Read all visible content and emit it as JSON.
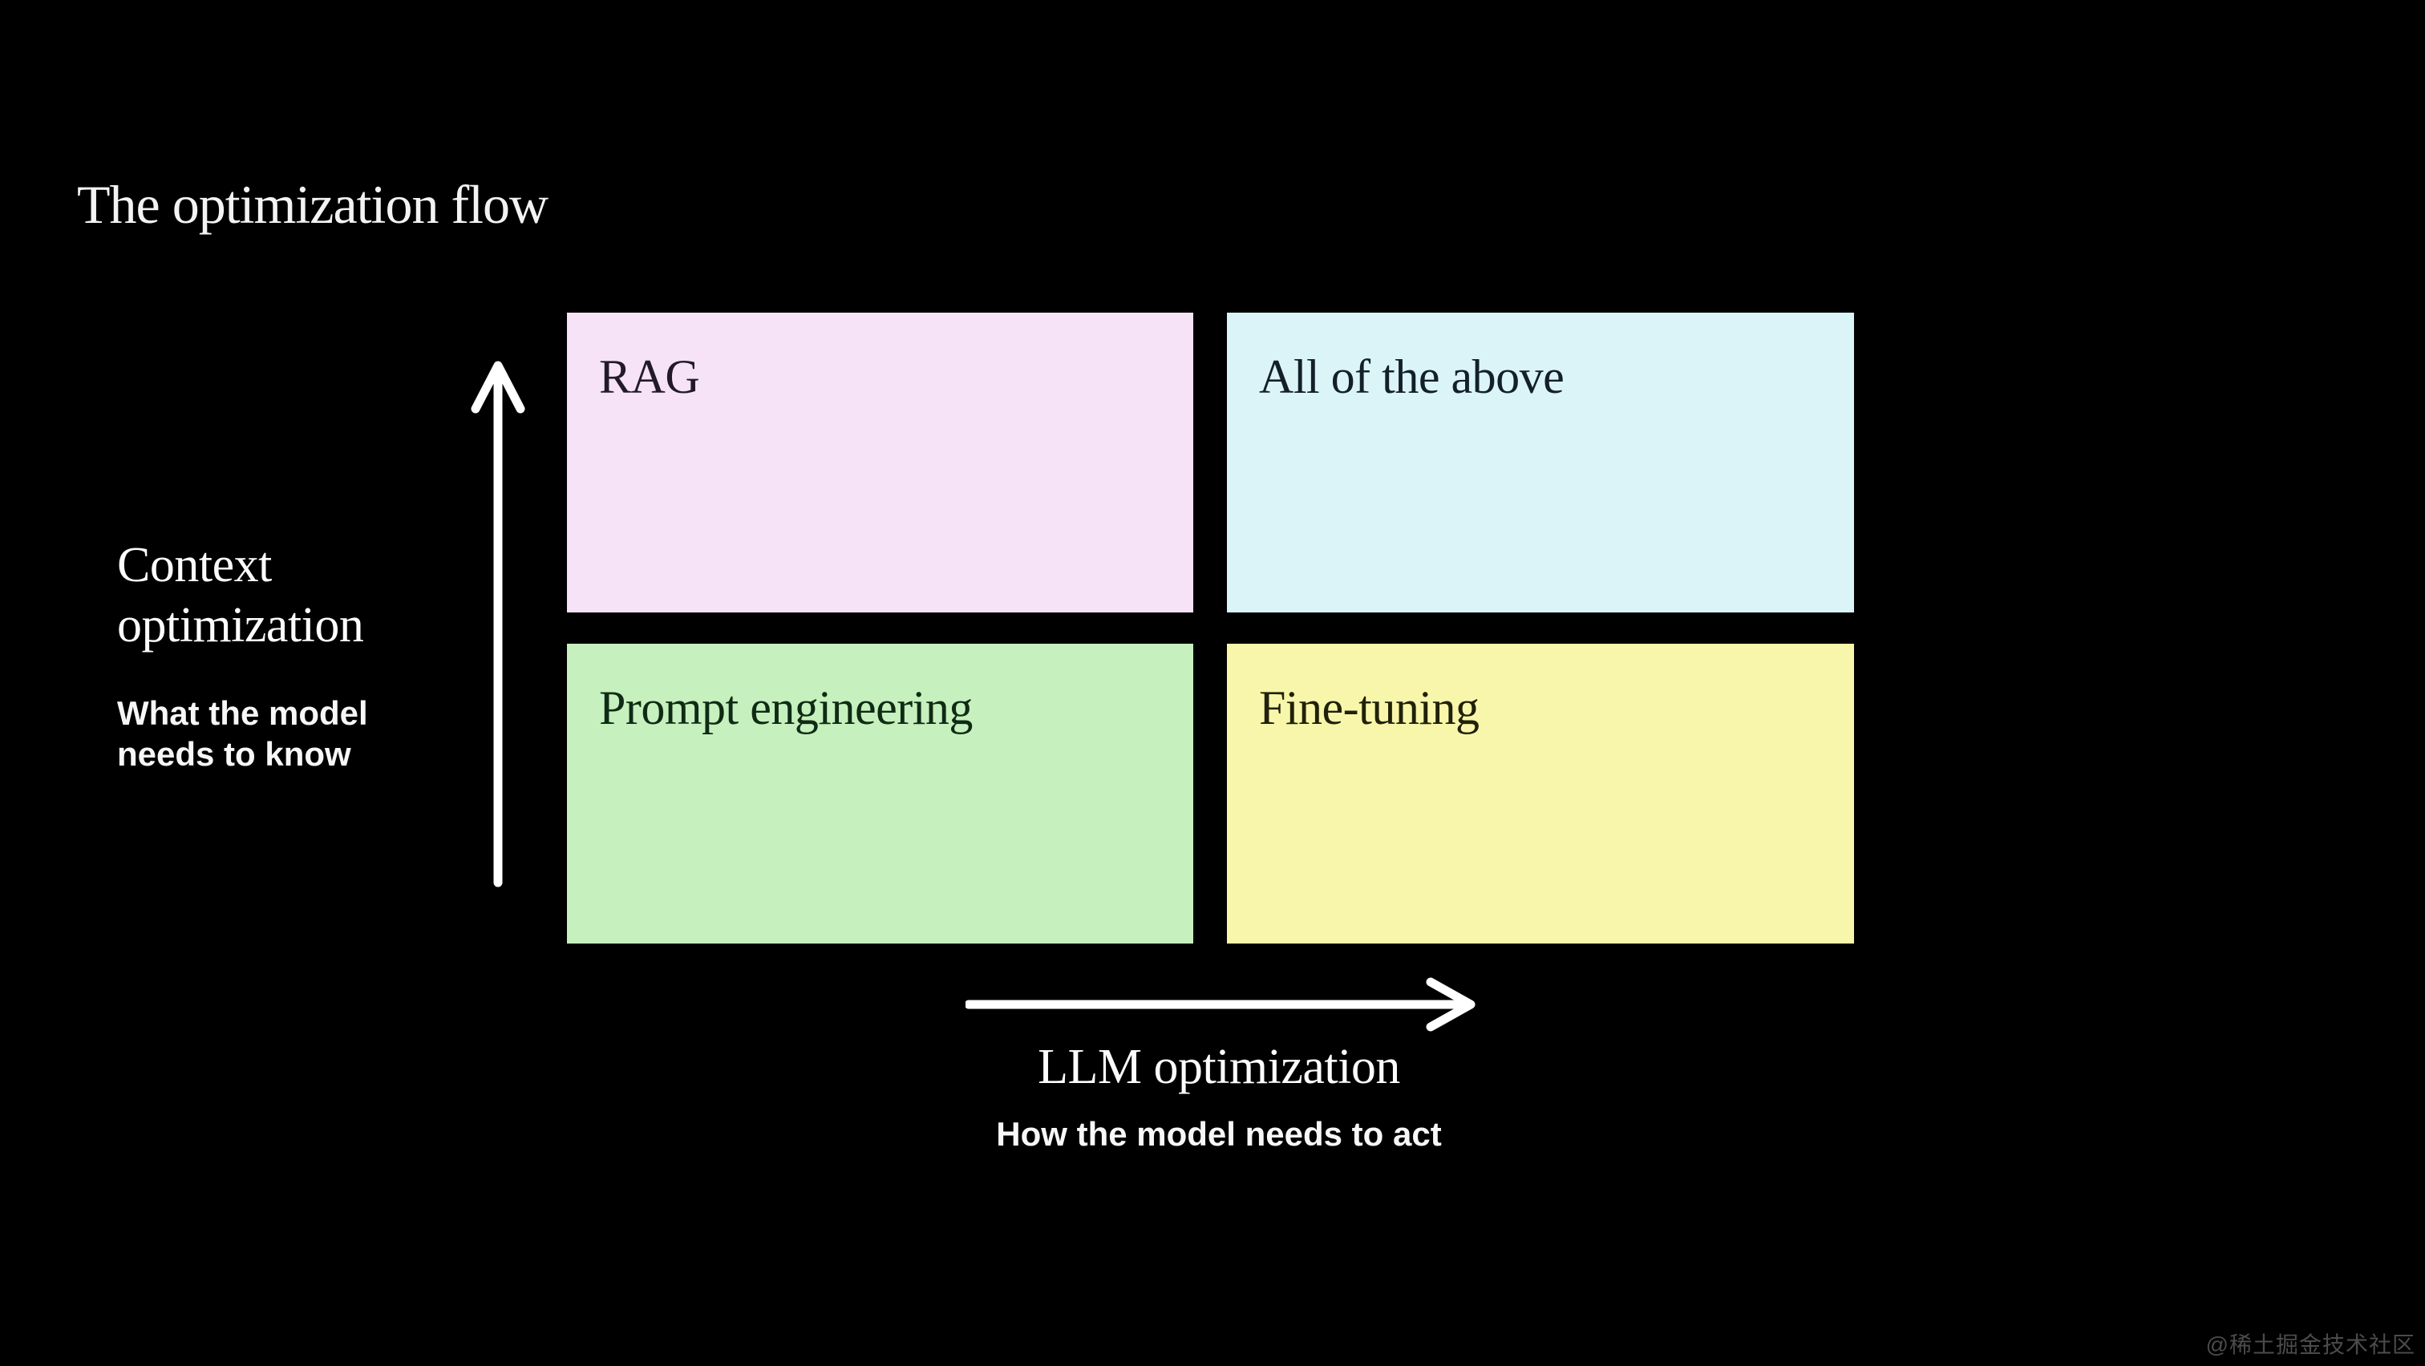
{
  "slide": {
    "title": "The optimization flow"
  },
  "matrix": {
    "y_axis": {
      "label": "Context optimization",
      "sublabel": "What the model needs to know"
    },
    "x_axis": {
      "label": "LLM optimization",
      "sublabel": "How the model needs to act"
    },
    "quadrants": [
      {
        "position": "top-left",
        "label": "RAG",
        "bg": "#f6e3f7",
        "text_color": "#221a2b"
      },
      {
        "position": "top-right",
        "label": "All of the above",
        "bg": "#dbf4f8",
        "text_color": "#13202b"
      },
      {
        "position": "bottom-left",
        "label": "Prompt engineering",
        "bg": "#c6f0bd",
        "text_color": "#0f2b15"
      },
      {
        "position": "bottom-right",
        "label": "Fine-tuning",
        "bg": "#f8f6aa",
        "text_color": "#21210a"
      }
    ]
  },
  "colors": {
    "background": "#000000",
    "text_primary": "#fafafa",
    "arrow": "#ffffff",
    "watermark_text": "#4b4b4b"
  },
  "watermark": "@稀土掘金技术社区"
}
